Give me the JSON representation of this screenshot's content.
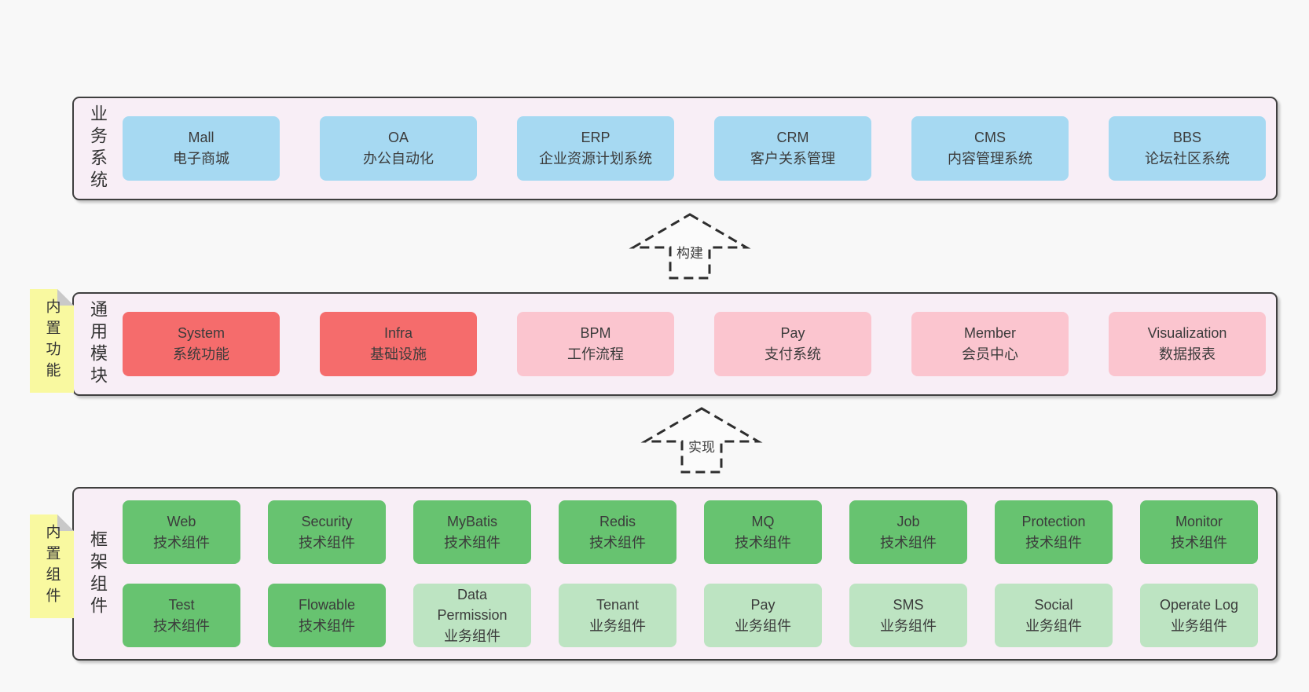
{
  "diagram": {
    "colors": {
      "page_bg": "#f8f8f8",
      "band_bg": "#f8eef6",
      "band_border": "#3f3f3f",
      "blue": "#a6d9f2",
      "red": "#f56c6c",
      "pink": "#fbc5cf",
      "green": "#67c370",
      "lightgreen": "#bde4c2",
      "sticky_bg": "#f9f9a0",
      "sticky_fold": "#c9c9c9",
      "text": "#3b3b3b"
    },
    "arrows": [
      {
        "label": "构建"
      },
      {
        "label": "实现"
      }
    ],
    "bands": [
      {
        "id": "business-systems",
        "label": "业务系统",
        "sticky": null,
        "rows": [
          [
            {
              "name": "Mall",
              "desc": "电子商城",
              "variant": "blue"
            },
            {
              "name": "OA",
              "desc": "办公自动化",
              "variant": "blue"
            },
            {
              "name": "ERP",
              "desc": "企业资源计划系统",
              "variant": "blue"
            },
            {
              "name": "CRM",
              "desc": "客户关系管理",
              "variant": "blue"
            },
            {
              "name": "CMS",
              "desc": "内容管理系统",
              "variant": "blue"
            },
            {
              "name": "BBS",
              "desc": "论坛社区系统",
              "variant": "blue"
            }
          ]
        ]
      },
      {
        "id": "common-modules",
        "label": "通用模块",
        "sticky": "内置功能",
        "rows": [
          [
            {
              "name": "System",
              "desc": "系统功能",
              "variant": "red"
            },
            {
              "name": "Infra",
              "desc": "基础设施",
              "variant": "red"
            },
            {
              "name": "BPM",
              "desc": "工作流程",
              "variant": "pink"
            },
            {
              "name": "Pay",
              "desc": "支付系统",
              "variant": "pink"
            },
            {
              "name": "Member",
              "desc": "会员中心",
              "variant": "pink"
            },
            {
              "name": "Visualization",
              "desc": "数据报表",
              "variant": "pink"
            }
          ]
        ]
      },
      {
        "id": "framework-components",
        "label": "框架组件",
        "sticky": "内置组件",
        "rows": [
          [
            {
              "name": "Web",
              "desc": "技术组件",
              "variant": "green"
            },
            {
              "name": "Security",
              "desc": "技术组件",
              "variant": "green"
            },
            {
              "name": "MyBatis",
              "desc": "技术组件",
              "variant": "green"
            },
            {
              "name": "Redis",
              "desc": "技术组件",
              "variant": "green"
            },
            {
              "name": "MQ",
              "desc": "技术组件",
              "variant": "green"
            },
            {
              "name": "Job",
              "desc": "技术组件",
              "variant": "green"
            },
            {
              "name": "Protection",
              "desc": "技术组件",
              "variant": "green"
            },
            {
              "name": "Monitor",
              "desc": "技术组件",
              "variant": "green"
            }
          ],
          [
            {
              "name": "Test",
              "desc": "技术组件",
              "variant": "green"
            },
            {
              "name": "Flowable",
              "desc": "技术组件",
              "variant": "green"
            },
            {
              "name": "Data Permission",
              "desc": "业务组件",
              "variant": "lightgreen"
            },
            {
              "name": "Tenant",
              "desc": "业务组件",
              "variant": "lightgreen"
            },
            {
              "name": "Pay",
              "desc": "业务组件",
              "variant": "lightgreen"
            },
            {
              "name": "SMS",
              "desc": "业务组件",
              "variant": "lightgreen"
            },
            {
              "name": "Social",
              "desc": "业务组件",
              "variant": "lightgreen"
            },
            {
              "name": "Operate Log",
              "desc": "业务组件",
              "variant": "lightgreen"
            }
          ]
        ]
      }
    ]
  }
}
